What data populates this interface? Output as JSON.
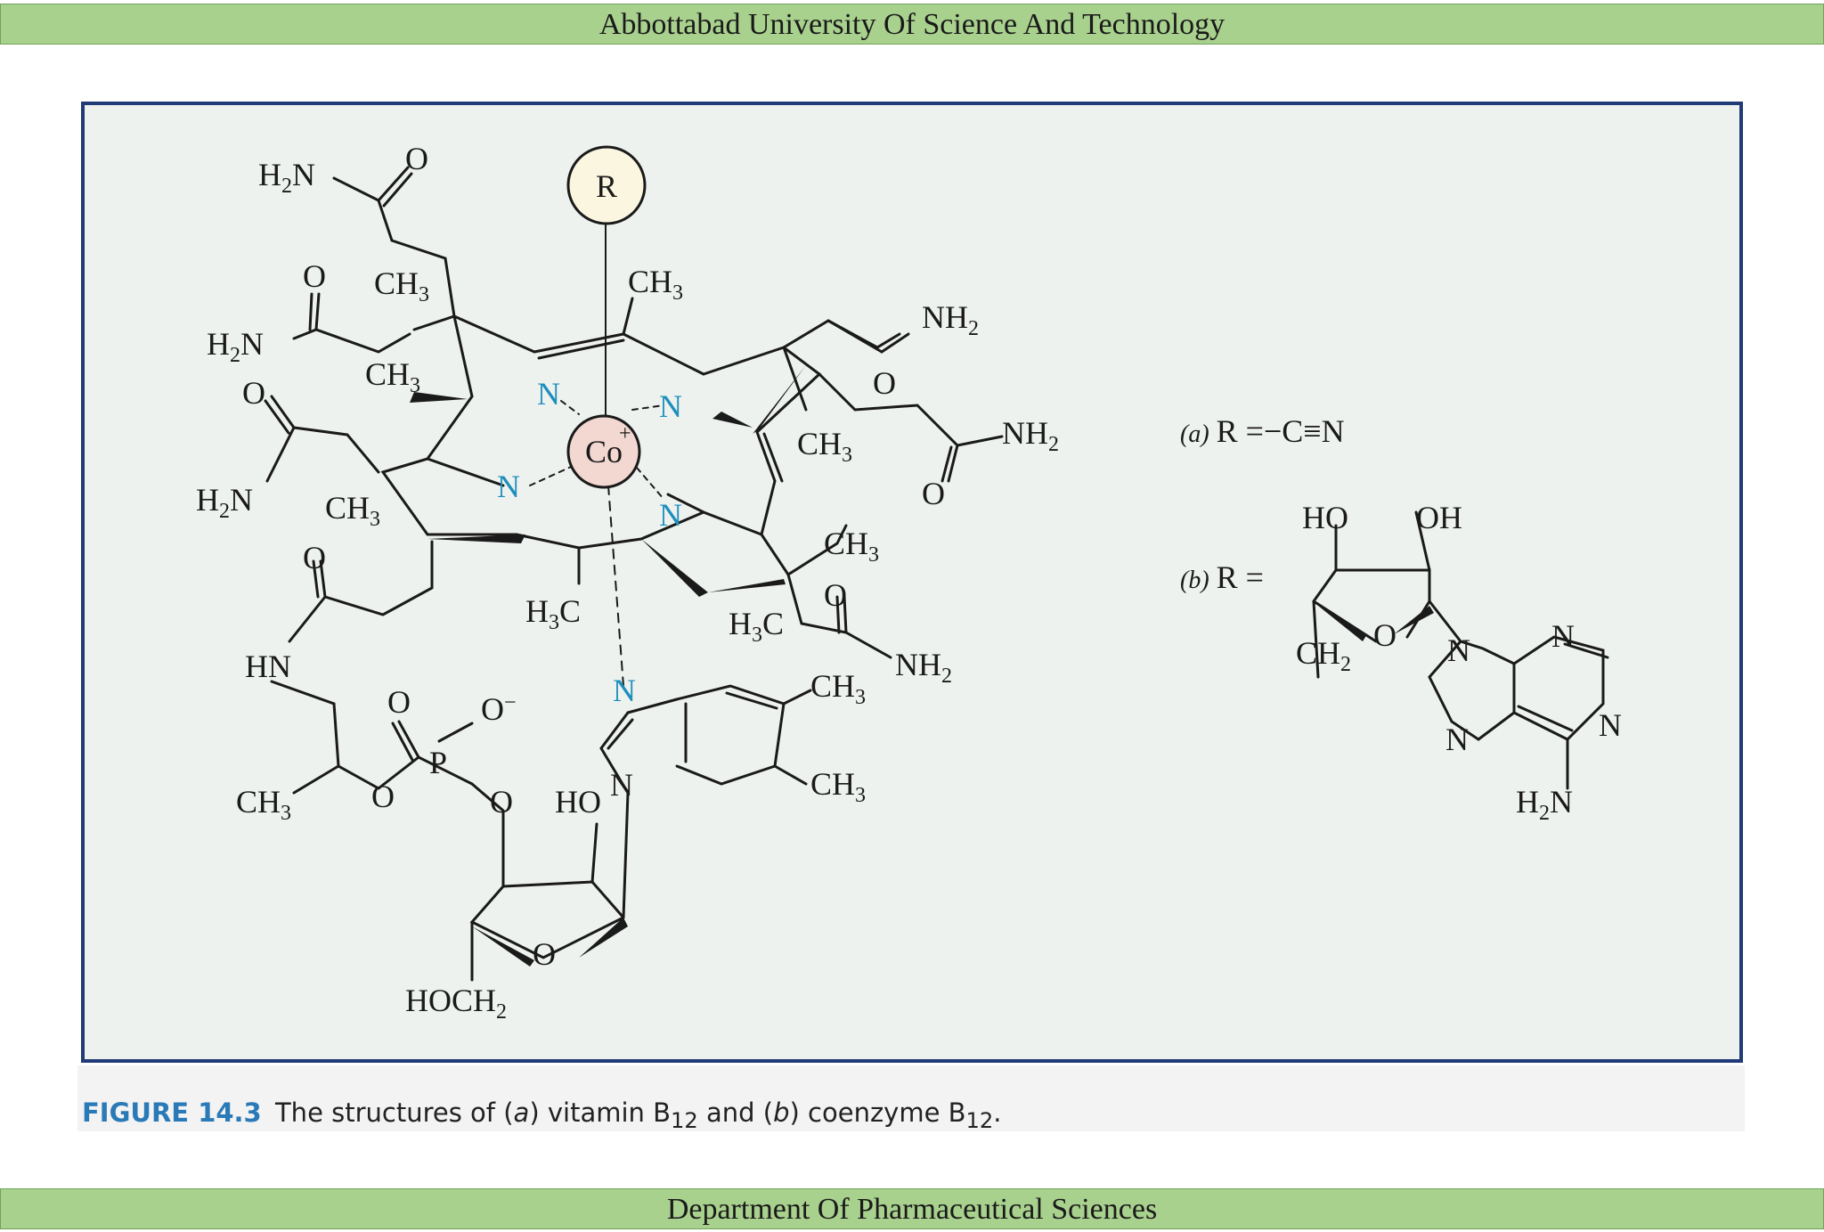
{
  "header": {
    "title": "Abbottabad University Of Science And Technology"
  },
  "footer": {
    "title": "Department Of Pharmaceutical Sciences"
  },
  "caption": {
    "label": "FIGURE 14.3",
    "text_1": " The structures of (",
    "a": "a",
    "text_2": ") vitamin B",
    "sub_1": "12",
    "text_3": " and (",
    "b": "b",
    "text_4": ") coenzyme B",
    "sub_2": "12",
    "text_5": "."
  },
  "labels": {
    "R": "R",
    "Co": "Co",
    "plus": "+",
    "N": "N",
    "O": "O",
    "P": "P",
    "O_minus": "O",
    "minus": "−",
    "H": "H",
    "C": "C",
    "NH": "NH",
    "CH": "CH",
    "two": "2",
    "three": "3",
    "HN": "HN",
    "HO": "HO",
    "OH": "OH",
    "HOCH": "HOCH",
    "a_opt": "(a)",
    "b_opt": "(b)",
    "R_eq_CN": "R =−C≡N",
    "R_eq": "R ="
  }
}
